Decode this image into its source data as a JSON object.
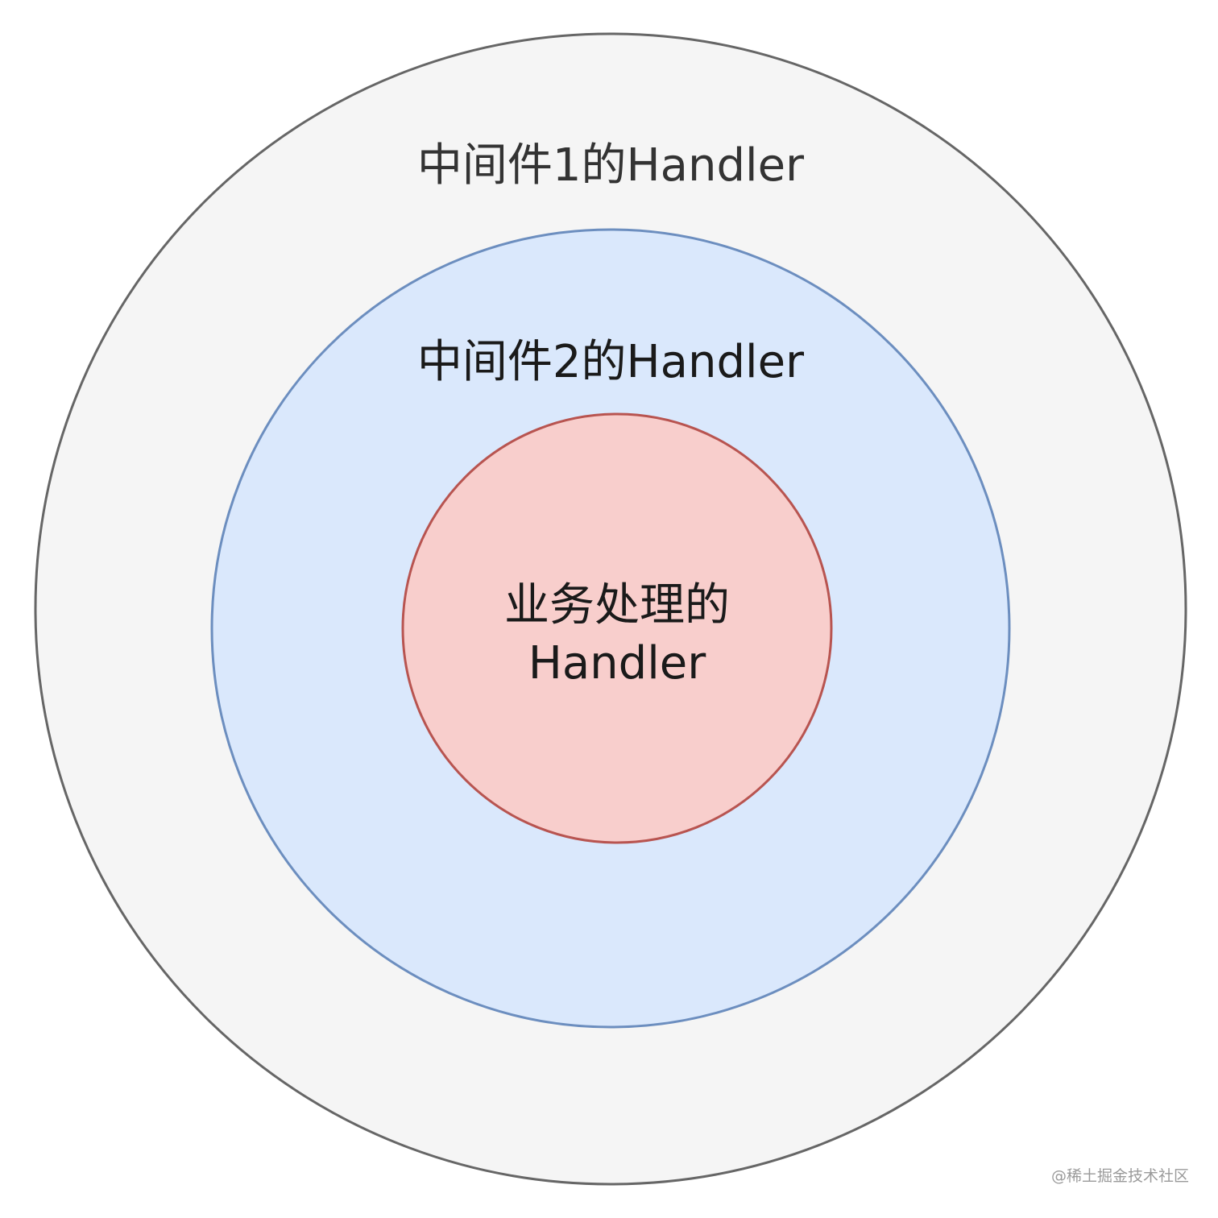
{
  "diagram": {
    "outer": {
      "label": "中间件1的Handler",
      "fill": "#f5f5f5",
      "stroke": "#666666"
    },
    "middle": {
      "label": "中间件2的Handler",
      "fill": "#dae8fc",
      "stroke": "#6c8ebf"
    },
    "inner": {
      "label_line1": "业务处理的",
      "label_line2": "Handler",
      "fill": "#f8cecc",
      "stroke": "#b85450"
    }
  },
  "watermark": "@稀土掘金技术社区"
}
